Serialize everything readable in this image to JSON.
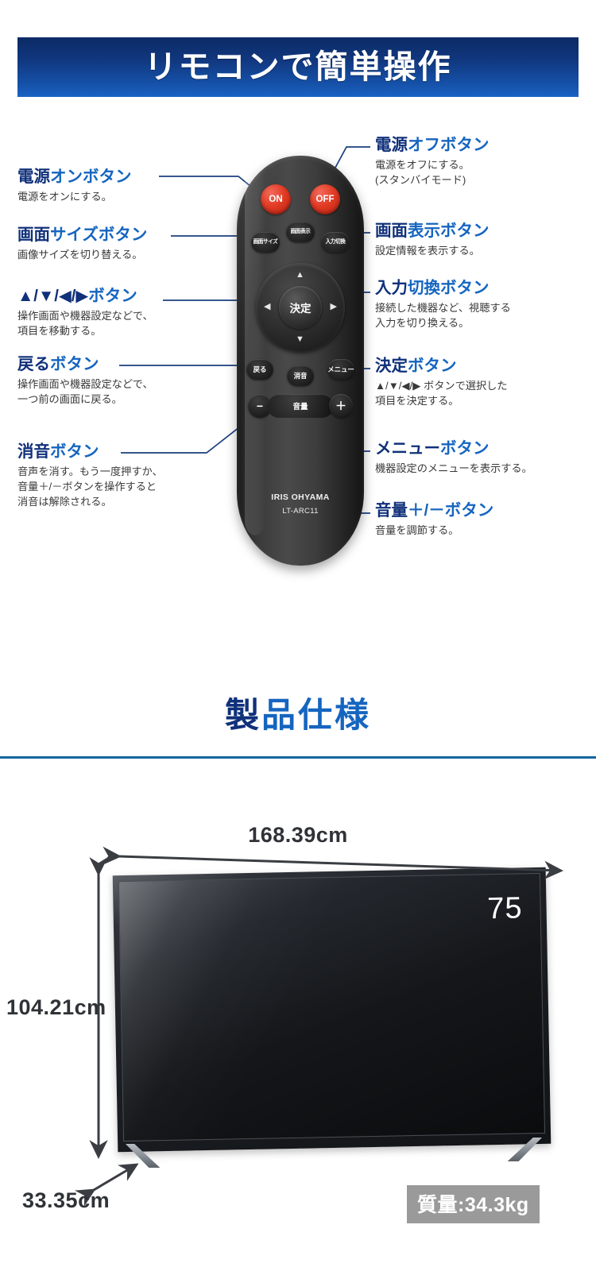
{
  "banner": {
    "title": "リモコンで簡単操作"
  },
  "remote": {
    "power_on": "ON",
    "power_off": "OFF",
    "screen_size": "画面サイズ",
    "screen_display": "画面表示",
    "input_switch": "入力切換",
    "enter": "決定",
    "back": "戻る",
    "mute": "消音",
    "menu": "メニュー",
    "volume": "音量",
    "volume_minus": "−",
    "volume_plus": "＋",
    "arrow_up": "▲",
    "arrow_down": "▼",
    "arrow_left": "◀",
    "arrow_right": "▶",
    "brand": "IRIS OHYAMA",
    "model": "LT-ARC11"
  },
  "callouts_left": [
    {
      "head_dark": "電源",
      "head_light": "オンボタン",
      "desc": "電源をオンにする。"
    },
    {
      "head_dark": "画面",
      "head_light": "サイズボタン",
      "desc": "画像サイズを切り替える。"
    },
    {
      "head_dark": "▲/▼/◀/▶",
      "head_light": "ボタン",
      "desc": "操作画面や機器設定などで、\n項目を移動する。"
    },
    {
      "head_dark": "戻る",
      "head_light": "ボタン",
      "desc": "操作画面や機器設定などで、\n一つ前の画面に戻る。"
    },
    {
      "head_dark": "消音",
      "head_light": "ボタン",
      "desc": "音声を消す。もう一度押すか、\n音量＋/－ボタンを操作すると\n消音は解除される。"
    }
  ],
  "callouts_right": [
    {
      "head_dark": "電源",
      "head_light": "オフボタン",
      "desc": "電源をオフにする。\n(スタンバイモード)"
    },
    {
      "head_dark": "画面",
      "head_light": "表示ボタン",
      "desc": "設定情報を表示する。"
    },
    {
      "head_dark": "入力",
      "head_light": "切換ボタン",
      "desc": "接続した機器など、視聴する\n入力を切り換える。"
    },
    {
      "head_dark": "決定",
      "head_light": "ボタン",
      "desc": "▲/▼/◀/▶ ボタンで選択した\n項目を決定する。"
    },
    {
      "head_dark": "メニュー",
      "head_light": "ボタン",
      "desc": "機器設定のメニューを表示する。"
    },
    {
      "head_dark": "音量",
      "head_light": "＋/－ボタン",
      "desc": "音量を調節する。"
    }
  ],
  "spec": {
    "title_dark": "製",
    "title_light": "品仕様",
    "width": "168.39cm",
    "height": "104.21cm",
    "depth": "33.35cm",
    "screen_size_label": "75",
    "weight": "質量:34.3kg"
  },
  "colors": {
    "banner_top": "#0b2a64",
    "banner_bottom": "#1a62c4",
    "heading_dark": "#10307a",
    "heading_light": "#1565c0",
    "body_text": "#3a3a3a",
    "rule": "#1565a0",
    "power_red": "#e23b25",
    "badge_gray": "#9a9a9a"
  }
}
